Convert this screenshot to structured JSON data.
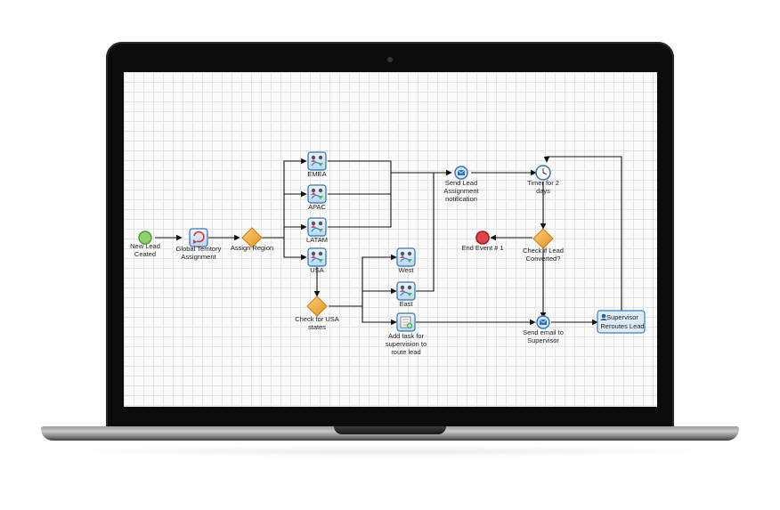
{
  "diagram": {
    "start_event": {
      "line1": "New Lead",
      "line2": "Ceated"
    },
    "global_task": {
      "line1": "Global Territory",
      "line2": "Assignment"
    },
    "assign_gateway": "Assign Region",
    "emea": "EMEA",
    "apac": "APAC",
    "latam": "LATAM",
    "usa": "USA",
    "send_lead": {
      "line1": "Send Lead",
      "line2": "Assignment",
      "line3": "notification"
    },
    "timer": {
      "line1": "Timer for 2",
      "line2": "days"
    },
    "end_event": "End Event # 1",
    "check_converted": {
      "line1": "Check if Lead",
      "line2": "Converted?"
    },
    "west": "West",
    "east": "East",
    "check_usa": {
      "line1": "Check for USA",
      "line2": "states"
    },
    "add_task": {
      "line1": "Add task for",
      "line2": "supervision to",
      "line3": "route lead"
    },
    "send_email": {
      "line1": "Send email to",
      "line2": "Supervisor"
    },
    "supervisor": {
      "line1": "Supervisor",
      "line2": "Reroutes Lead"
    }
  },
  "colors": {
    "task_border": "#3a7fc1",
    "task_fill": "#dcebf8",
    "gateway_fill": "#f3a535",
    "start_fill": "#8ed16a",
    "end_fill": "#e2434b"
  }
}
